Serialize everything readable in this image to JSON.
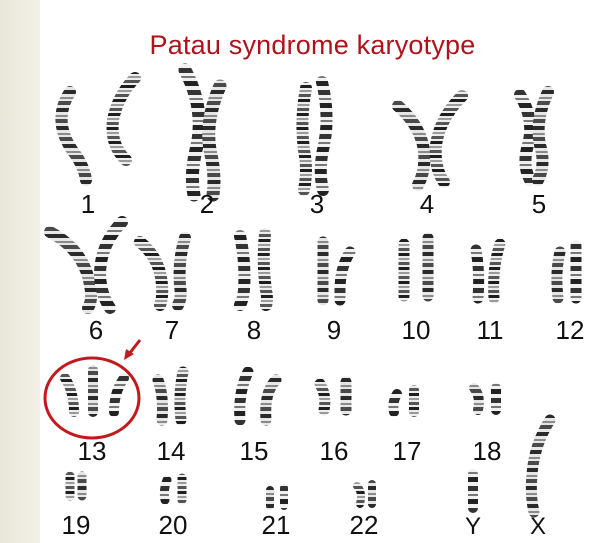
{
  "title": "Patau syndrome karyotype",
  "colors": {
    "title": "#b0121b",
    "highlight": "#c01a1f",
    "text": "#111111"
  },
  "highlight": {
    "label": "13",
    "marker": "circle-and-arrow"
  },
  "chromosome_labels": {
    "l1": "1",
    "l2": "2",
    "l3": "3",
    "l4": "4",
    "l5": "5",
    "l6": "6",
    "l7": "7",
    "l8": "8",
    "l9": "9",
    "l10": "10",
    "l11": "11",
    "l12": "12",
    "l13": "13",
    "l14": "14",
    "l15": "15",
    "l16": "16",
    "l17": "17",
    "l18": "18",
    "l19": "19",
    "l20": "20",
    "l21": "21",
    "l22": "22",
    "lY": "Y",
    "lX": "X"
  }
}
